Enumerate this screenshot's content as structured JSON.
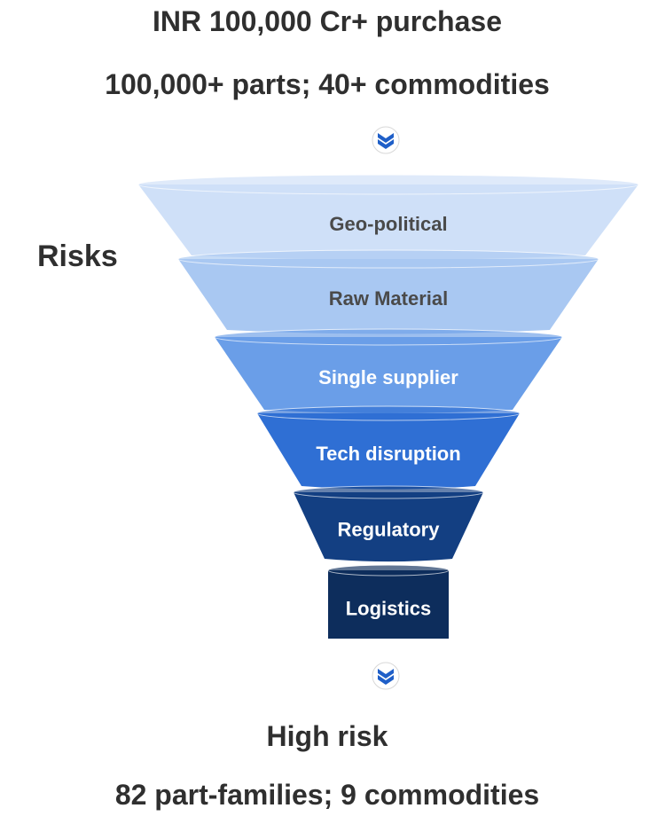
{
  "header": {
    "purchase": "INR 100,000 Cr+ purchase",
    "scope": "100,000+ parts; 40+ commodities"
  },
  "side_label": "Risks",
  "funnel": {
    "stages": [
      {
        "label": "Geo-political",
        "fill": "#cfe0f8",
        "text_color": "#4a4a4a"
      },
      {
        "label": "Raw Material",
        "fill": "#a9c8f2",
        "text_color": "#4a4a4a"
      },
      {
        "label": "Single supplier",
        "fill": "#6a9ee8",
        "text_color": "#ffffff"
      },
      {
        "label": "Tech disruption",
        "fill": "#2f6fd4",
        "text_color": "#ffffff"
      },
      {
        "label": "Regulatory",
        "fill": "#133f82",
        "text_color": "#ffffff"
      },
      {
        "label": "Logistics",
        "fill": "#0d2d5c",
        "text_color": "#ffffff"
      }
    ]
  },
  "icons": {
    "top": "chevron-down-icon",
    "bottom": "chevron-down-icon",
    "accent": "#1f5fc8"
  },
  "footer": {
    "result": "High risk",
    "scope": "82 part-families; 9 commodities"
  }
}
